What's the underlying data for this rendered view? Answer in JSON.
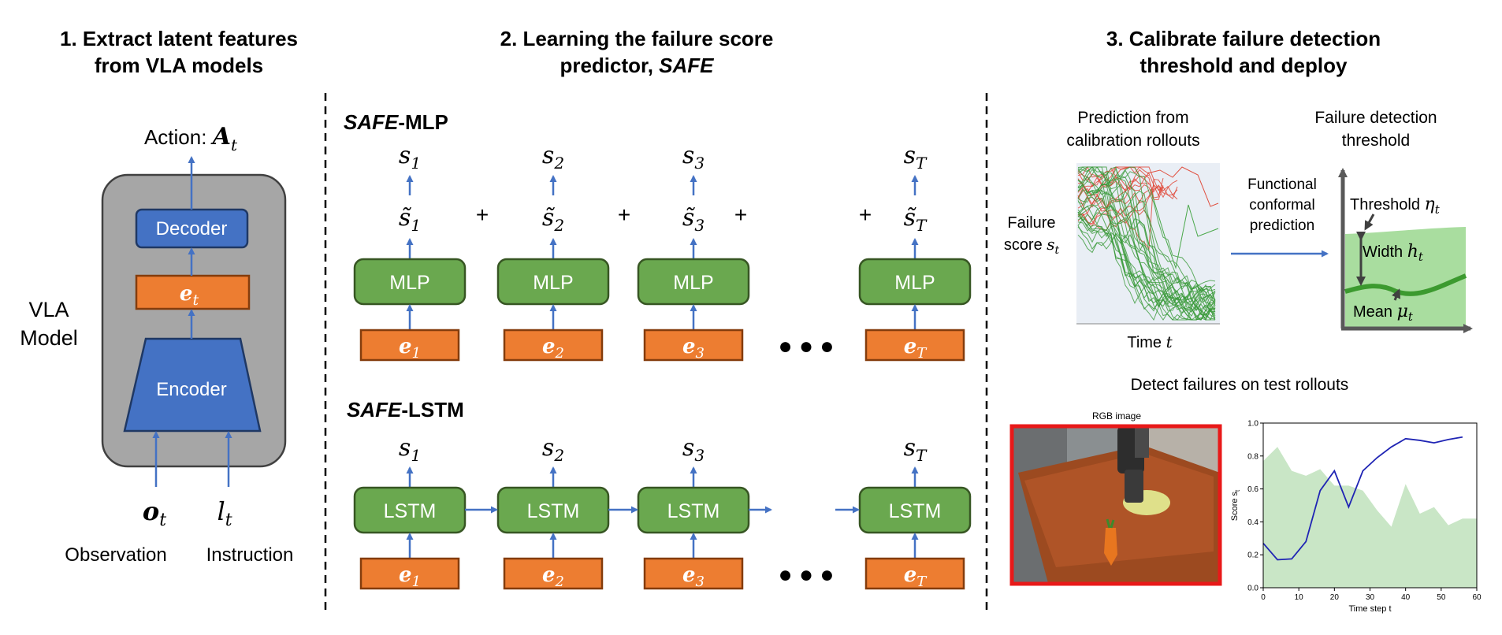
{
  "panel1": {
    "title_line1": "1. Extract latent features",
    "title_line2": "from VLA models",
    "action_label": "Action:",
    "action_var": "A",
    "action_sub": "t",
    "decoder": "Decoder",
    "encoder": "Encoder",
    "latent_var": "e",
    "latent_sub": "t",
    "model_line1": "VLA",
    "model_line2": "Model",
    "obs_var": "o",
    "obs_sub": "t",
    "instr_var": "l",
    "instr_sub": "t",
    "obs_label": "Observation",
    "instr_label": "Instruction"
  },
  "panel2": {
    "title_line1": "2. Learning the failure score",
    "title_line2": "predictor, ",
    "title_safe": "SAFE",
    "mlp_title_safe": "SAFE",
    "mlp_title_rest": "-MLP",
    "lstm_title_safe": "SAFE",
    "lstm_title_rest": "-LSTM",
    "mlp_label": "MLP",
    "lstm_label": "LSTM",
    "plus": "+",
    "ellipsis": "● ● ●",
    "score_var": "s",
    "partial_var": "s̃",
    "embed_var": "e",
    "subs": [
      "1",
      "2",
      "3",
      "T"
    ]
  },
  "panel3": {
    "title_line1": "3. Calibrate failure detection",
    "title_line2": "threshold and deploy",
    "pred_line1": "Prediction from",
    "pred_line2": "calibration rollouts",
    "thresh_line1": "Failure detection",
    "thresh_line2": "threshold",
    "fscore_line1": "Failure",
    "fscore_line2": "score ",
    "fscore_var": "s",
    "fscore_sub": "t",
    "time_label": "Time ",
    "time_var": "t",
    "fcp_line1": "Functional",
    "fcp_line2": "conformal",
    "fcp_line3": "prediction",
    "threshold_label": "Threshold ",
    "threshold_var": "η",
    "threshold_sub": "t",
    "width_label": "Width ",
    "width_var": "h",
    "width_sub": "t",
    "mean_label": "Mean ",
    "mean_var": "μ",
    "mean_sub": "t",
    "detect_title": "Detect failures on test rollouts",
    "rgb_label": "RGB image"
  },
  "chart_data": {
    "type": "line",
    "xlabel": "Time step t",
    "ylabel": "Score s",
    "ylabel_sub": "t",
    "xlim": [
      0,
      60
    ],
    "ylim": [
      0.0,
      1.0
    ],
    "xticks": [
      0,
      10,
      20,
      30,
      40,
      50,
      60
    ],
    "yticks": [
      0.0,
      0.2,
      0.4,
      0.6,
      0.8,
      1.0
    ],
    "score": {
      "x": [
        0,
        4,
        8,
        12,
        16,
        20,
        24,
        28,
        32,
        36,
        40,
        44,
        48,
        52,
        56
      ],
      "y": [
        0.27,
        0.17,
        0.175,
        0.28,
        0.59,
        0.71,
        0.49,
        0.71,
        0.79,
        0.855,
        0.905,
        0.895,
        0.88,
        0.9,
        0.915
      ]
    },
    "threshold_band": {
      "x": [
        0,
        4,
        8,
        12,
        16,
        20,
        24,
        28,
        32,
        36,
        40,
        44,
        48,
        52,
        56,
        60
      ],
      "y": [
        0.77,
        0.855,
        0.71,
        0.68,
        0.72,
        0.62,
        0.62,
        0.59,
        0.47,
        0.37,
        0.63,
        0.45,
        0.49,
        0.38,
        0.42,
        0.42
      ]
    },
    "colors": {
      "score": "#1f24b4",
      "band": "#c9e6c6"
    }
  },
  "colors": {
    "encoder_blue": "#4472c4",
    "latent_orange": "#ed7d31",
    "mlp_green": "#6aa84f",
    "gray_box": "#a6a6a6",
    "arrow_blue": "#4472c4",
    "threshold_green": "#a9dd9f",
    "mean_green": "#3c9a2f"
  }
}
